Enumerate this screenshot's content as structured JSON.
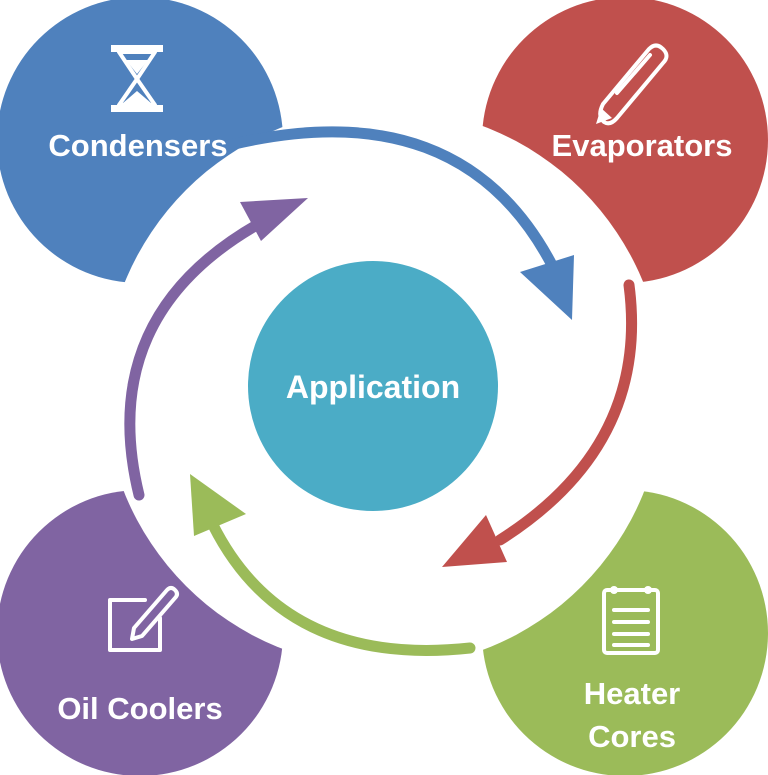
{
  "center": {
    "label": "Application"
  },
  "nodes": {
    "condensers": {
      "label": "Condensers",
      "icon": "hourglass-icon",
      "color": "#4F81BD"
    },
    "evaporators": {
      "label": "Evaporators",
      "icon": "pencil-icon",
      "color": "#C0504D"
    },
    "heater_cores": {
      "line1": "Heater",
      "line2": "Cores",
      "icon": "notepad-icon",
      "color": "#9BBB59"
    },
    "oil_coolers": {
      "label": "Oil Coolers",
      "icon": "edit-icon",
      "color": "#8064A2"
    }
  },
  "center_color": "#4BACC6",
  "arrow_colors": {
    "blue": "#4F81BD",
    "red": "#C0504D",
    "green": "#9BBB59",
    "purple": "#8064A2"
  }
}
